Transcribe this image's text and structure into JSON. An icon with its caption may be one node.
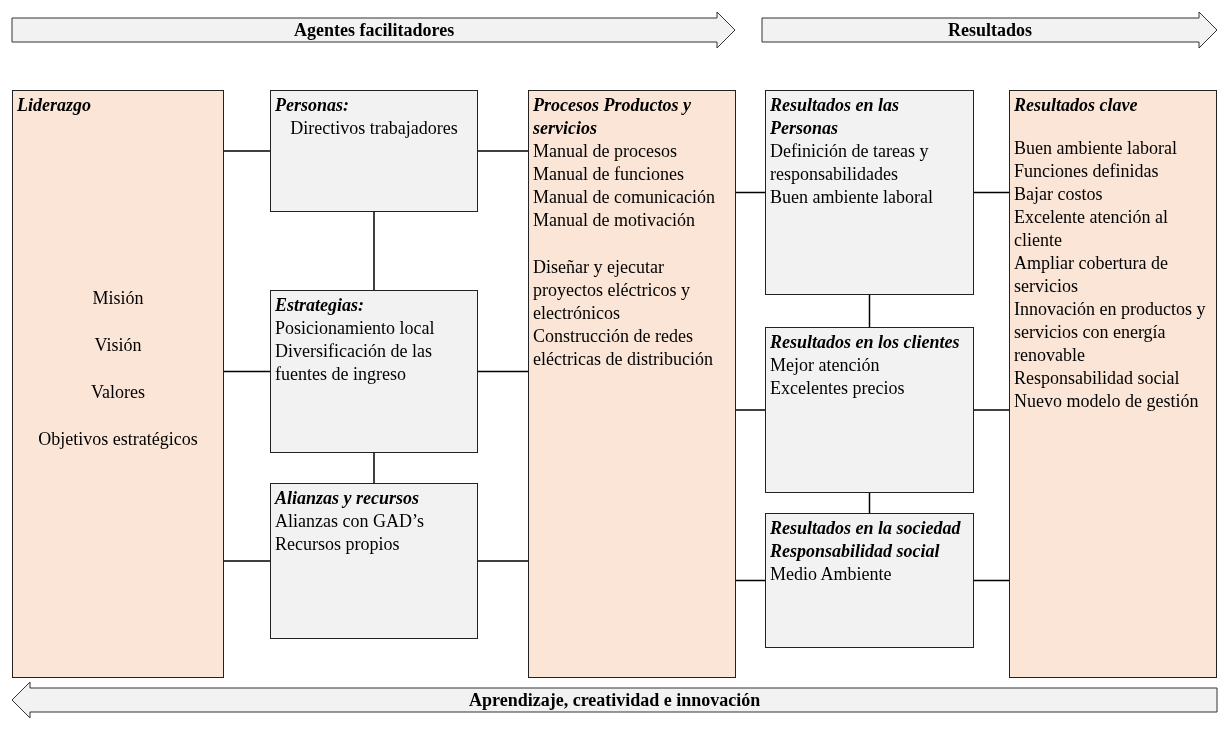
{
  "diagram": {
    "nodes": [
      {
        "text": [
          "Agentes facilitadores"
        ]
      },
      {
        "text": [
          "Resultados"
        ]
      },
      {
        "text": [
          "Liderazgo",
          "Misión",
          "Visión",
          "Valores",
          "Objetivos estratégicos"
        ]
      },
      {
        "text": [
          "Personas:",
          "Directivos trabajadores"
        ]
      },
      {
        "text": [
          "Estrategias:",
          "Posicionamiento local",
          "Diversificación de las fuentes de ingreso"
        ]
      },
      {
        "text": [
          "Alianzas y recursos",
          "Alianzas con GAD’s",
          "Recursos propios"
        ]
      },
      {
        "text": [
          "Procesos Productos y servicios",
          "Manual de procesos",
          "Manual de funciones",
          "Manual de comunicación",
          "Manual de motivación",
          "Diseñar y ejecutar proyectos eléctricos y electrónicos",
          "Construcción de redes eléctricas de distribución"
        ]
      },
      {
        "text": [
          "Resultados en las Personas",
          "Definición de tareas y responsabilidades",
          "Buen ambiente laboral"
        ]
      },
      {
        "text": [
          "Resultados en los clientes",
          "Mejor atención",
          "Excelentes precios"
        ]
      },
      {
        "text": [
          "Resultados en la sociedad Responsabilidad social",
          "Medio Ambiente"
        ]
      },
      {
        "text": [
          "Resultados clave",
          "Buen ambiente laboral",
          "Funciones definidas",
          "Bajar costos",
          "Excelente atención al cliente",
          "Ampliar cobertura de servicios",
          "Innovación en productos y servicios con energía renovable",
          "Responsabilidad social",
          "Nuevo modelo de gestión"
        ]
      },
      {
        "text": [
          "Aprendizaje, creatividad e innovación"
        ]
      }
    ],
    "edges": [
      {
        "from": 2,
        "to": 3,
        "arrow": "none"
      },
      {
        "from": 2,
        "to": 4,
        "arrow": "none"
      },
      {
        "from": 2,
        "to": 5,
        "arrow": "none"
      },
      {
        "from": 3,
        "to": 4,
        "arrow": "none"
      },
      {
        "from": 4,
        "to": 5,
        "arrow": "none"
      },
      {
        "from": 3,
        "to": 6,
        "arrow": "none"
      },
      {
        "from": 4,
        "to": 6,
        "arrow": "none"
      },
      {
        "from": 5,
        "to": 6,
        "arrow": "none"
      },
      {
        "from": 6,
        "to": 7,
        "arrow": "none"
      },
      {
        "from": 6,
        "to": 8,
        "arrow": "none"
      },
      {
        "from": 6,
        "to": 9,
        "arrow": "none"
      },
      {
        "from": 7,
        "to": 8,
        "arrow": "none"
      },
      {
        "from": 8,
        "to": 9,
        "arrow": "none"
      },
      {
        "from": 7,
        "to": 10,
        "arrow": "none"
      },
      {
        "from": 8,
        "to": 10,
        "arrow": "none"
      },
      {
        "from": 9,
        "to": 10,
        "arrow": "none"
      }
    ]
  }
}
